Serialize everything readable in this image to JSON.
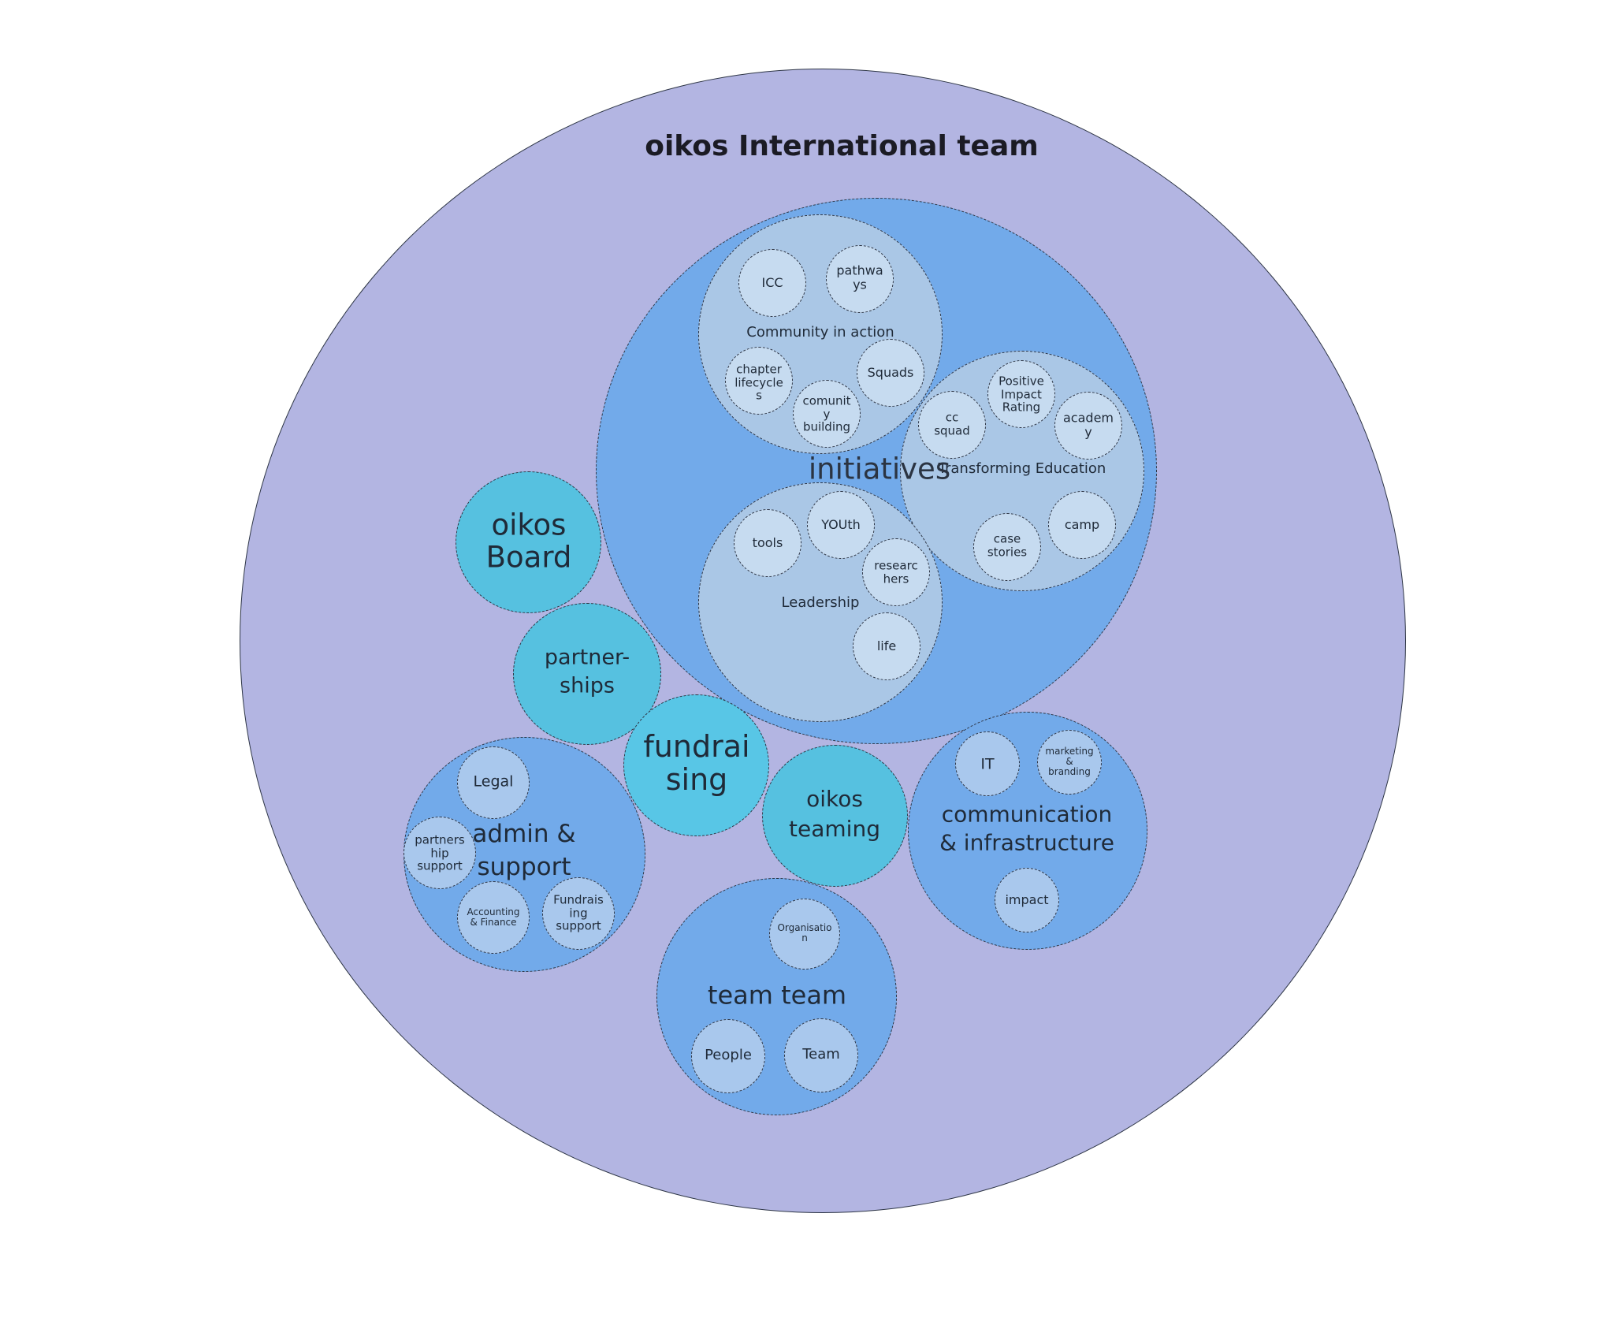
{
  "title": "oikos International team",
  "colors": {
    "outer_fill": "#b3b5e2",
    "group_fill": "#72aaea",
    "subgroup_fill": "#aac7e6",
    "leaf_fill": "#c6dbf0",
    "leaf_on_group_fill": "#a9c8ed",
    "team_fill": "#56c1e0",
    "team_fill_alt": "#58c6e6",
    "stroke": "#2d3545"
  },
  "circles": {
    "initiatives": "initiatives",
    "community_in_action": "Community in action",
    "icc": "ICC",
    "pathways": "pathwa\nys",
    "chapter_lifecycles": "chapter\nlifecycle\ns",
    "comunity_building": "comunit\ny\nbuilding",
    "squads": "Squads",
    "transforming_education": "Transforming Education",
    "cc_squad": "cc\nsquad",
    "positive_impact_rating": "Positive\nImpact\nRating",
    "academy": "academ\ny",
    "case_stories": "case\nstories",
    "camp": "camp",
    "leadership": "Leadership",
    "tools": "tools",
    "youth": "YOUth",
    "researchers": "researc\nhers",
    "life": "life",
    "oikos_board": "oikos\nBoard",
    "partnerships": "partner-\nships",
    "fundraising": "fundrai\nsing",
    "oikos_teaming": "oikos\nteaming",
    "admin_support": "admin &\nsupport",
    "legal": "Legal",
    "partnership_support": "partners\nhip\nsupport",
    "accounting_finance": "Accounting\n& Finance",
    "fundraising_support": "Fundrais\ning\nsupport",
    "communication_infrastructure": "communication\n& infrastructure",
    "it": "IT",
    "marketing_branding": "marketing\n&\nbranding",
    "impact": "impact",
    "team_team": "team team",
    "organisation": "Organisatio\nn",
    "people": "People",
    "team": "Team"
  }
}
